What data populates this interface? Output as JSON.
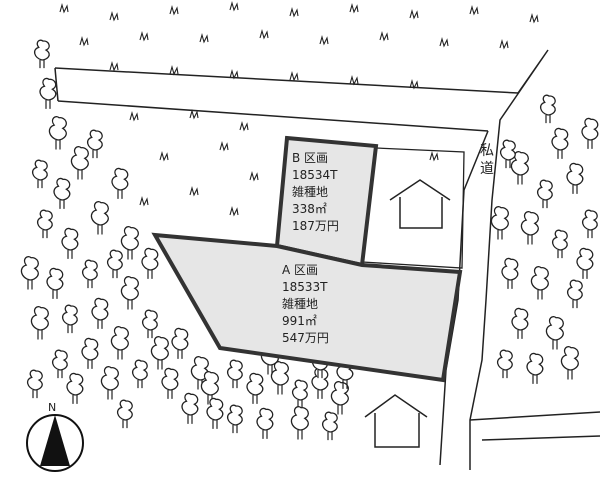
{
  "plots": [
    {
      "id": "B",
      "name": "B 区画",
      "lot_number": "18534T",
      "land_type": "雑種地",
      "area": "338㎡",
      "price": "187万円"
    },
    {
      "id": "A",
      "name": "A 区画",
      "lot_number": "18533T",
      "land_type": "雑種地",
      "area": "991㎡",
      "price": "547万円"
    }
  ],
  "road": {
    "label_chars": [
      "私",
      "道"
    ]
  },
  "compass": {
    "label": "N"
  },
  "colors": {
    "plot_fill": "#e6e6e6",
    "plot_border": "#333333",
    "line": "#222222",
    "compass": "#111111"
  },
  "icons": [
    "tree-icon",
    "grass-icon",
    "house-icon",
    "compass-icon"
  ]
}
